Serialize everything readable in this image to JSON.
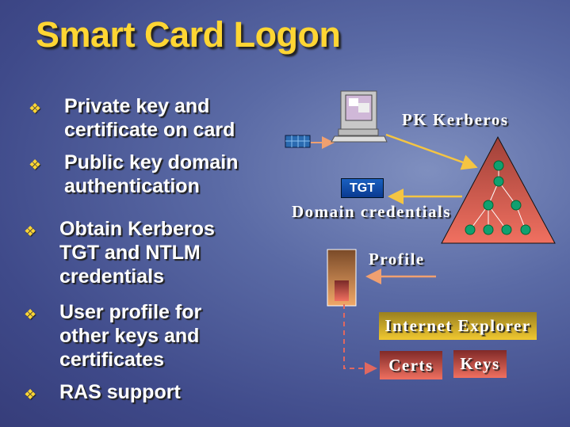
{
  "title": "Smart Card Logon",
  "bullets_top": [
    {
      "lines": [
        "Private key and",
        "certificate on card"
      ]
    },
    {
      "lines": [
        "Public key domain",
        "authentication"
      ]
    }
  ],
  "bullets_bottom": [
    {
      "lines": [
        "Obtain Kerberos",
        "TGT and NTLM",
        "credentials"
      ]
    },
    {
      "lines": [
        "User profile for",
        "other keys and",
        "certificates"
      ]
    },
    {
      "lines": [
        "RAS support"
      ]
    }
  ],
  "bullet_glyph": "❖",
  "diagram": {
    "pk_kerberos": "PK Kerberos",
    "tgt": "TGT",
    "domain_credentials": "Domain credentials",
    "profile": "Profile",
    "internet_explorer": "Internet Explorer",
    "certs": "Certs",
    "keys": "Keys"
  },
  "colors": {
    "title": "#ffd633",
    "arrow_yellow": "#f5c542",
    "arrow_orange": "#f0a070",
    "triangle": "#e06050",
    "node": "#10a070"
  }
}
